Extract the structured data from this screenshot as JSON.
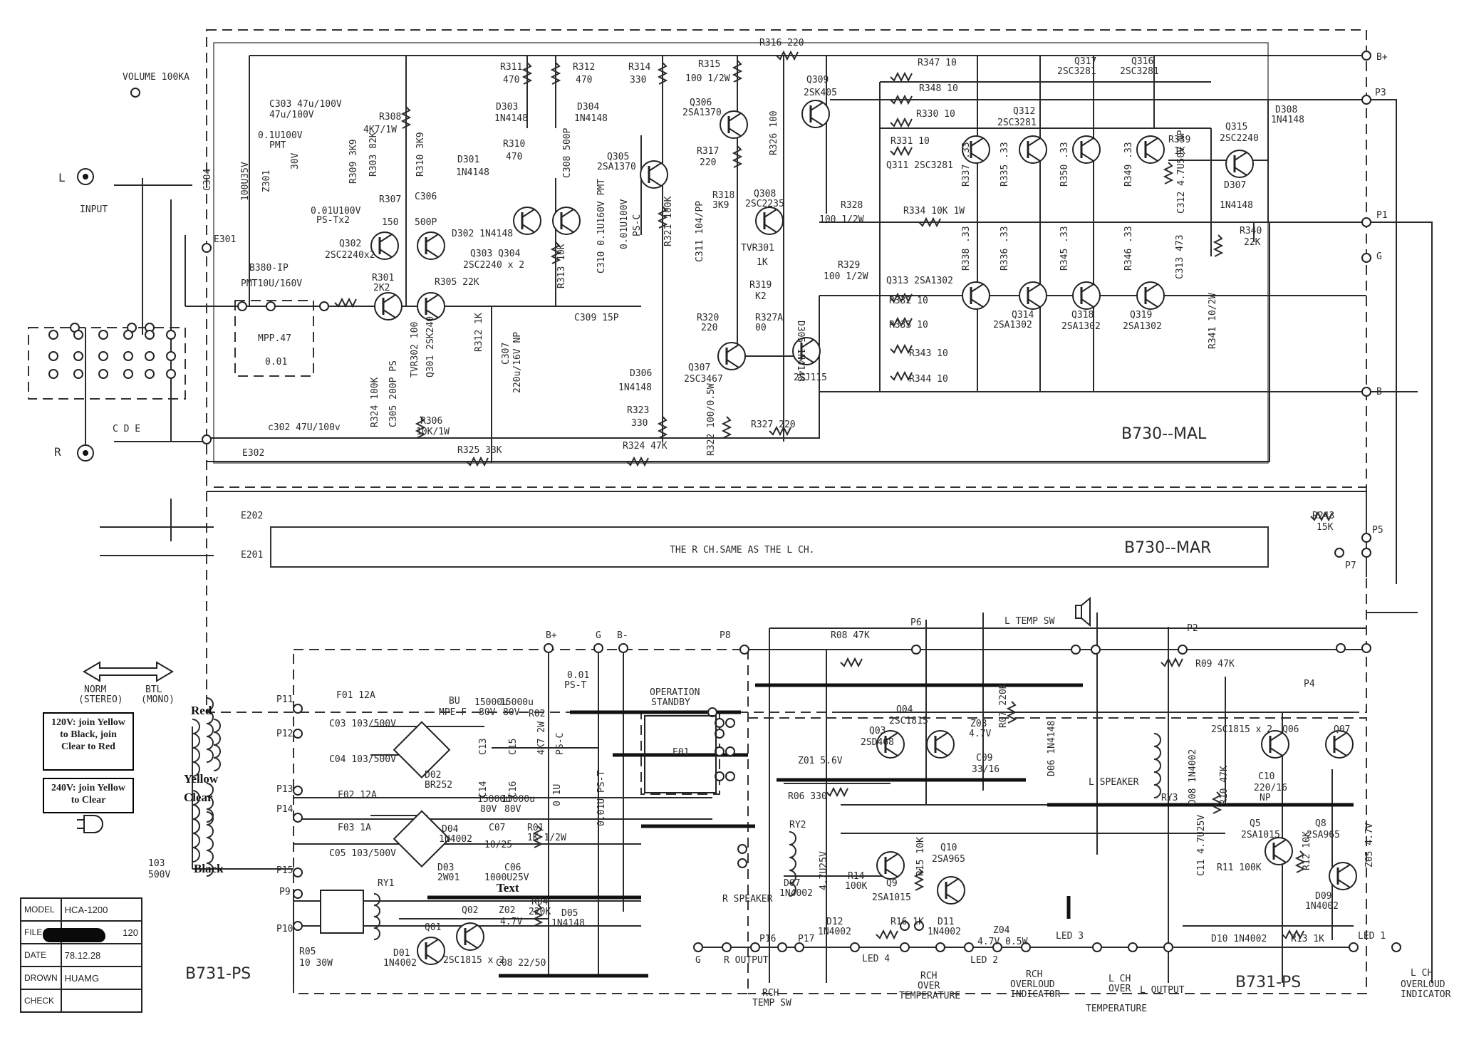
{
  "top_labels": {
    "volume": "VOLUME 100KA",
    "input": "INPUT",
    "input_L": "L",
    "input_R": "R",
    "e301": "E301",
    "e302": "E302",
    "e201": "E201",
    "e202": "E202",
    "b380": "B380-IP",
    "c304": "C304",
    "c303": "C303\n47u/100V",
    "c_01u100v": "0.1U100V",
    "pmt": "PMT",
    "c_100u35v": "100U35V",
    "z30v": "30V",
    "z301": "Z301",
    "c_001u100v": "0.01U100V",
    "ps_tx2": "PS-Tx2",
    "pmt10u": "PMT10U/160V",
    "mpp47": "MPP.47",
    "c_001": "0.01",
    "r308": "R308",
    "r308v": "4K7/1W",
    "r309": "R309 3K9",
    "r303": "R303\n82K",
    "r310": "R310\n3K9",
    "d301": "D301\n1N4148",
    "r307": "R307\n150",
    "c306": "C306\n500P",
    "q302": "Q302\n2SC2240x2",
    "d302": "D302  1N4148",
    "q303q304": "Q303  Q304\n2SC2240 x 2",
    "r301": "R301\n2K2",
    "r305": "R305 22K",
    "tvr302": "TVR302 100",
    "q301": "Q301 2SK240",
    "r324": "R324 100K",
    "c305": "C305 200P PS",
    "r306": "R306\n10K/1W",
    "c302": "c302 47U/100v",
    "r325": "R325 33K",
    "r311": "R311\n470",
    "r312": "R312\n470",
    "r314": "R314\n330",
    "d303": "D303\n1N4148",
    "d304": "D304\n1N4148",
    "r310b": "R310\n470",
    "c308": "C308 500P",
    "q305": "Q305\n2SA1370",
    "r313": "R313 10K",
    "r312b": "R312 1K",
    "c307": "C307\n220u/16V NP",
    "c310": "C310 0.1U160V PMT",
    "ps_c": "0.01U100V\nPS-C",
    "r321": "R321 100K",
    "c311": "C311 104/PP",
    "c309": "C309 15P",
    "r315": "R315\n100 1/2W",
    "q306": "Q306\n2SA1370",
    "r317": "R317\n220",
    "r318": "R318\n3K9",
    "q308": "Q308\n2SC2235",
    "tvr301": "TVR301\n1K",
    "r319": "R319\nK2",
    "r327a": "R327A\n00",
    "r326": "R326 100",
    "d305": "D305 1N4148",
    "r320": "R320\n220",
    "q307": "Q307\n2SC3467",
    "d306": "D306\n1N4148",
    "r323": "R323\n330",
    "r322": "R322\n100/0.5W",
    "r327": "R327 220",
    "r324b": "R324 47K",
    "r316": "R316 220",
    "q309": "Q309\n2SK405",
    "q310": "2SJ115",
    "r328": "R328\n100 1/2W",
    "r329": "R329\n100 1/2W",
    "r334": "R334 10K  1W",
    "r347": "R347  10",
    "r348": "R348  10",
    "r330": "R330  10",
    "r331": "R331  10",
    "q311": "Q311  2SC3281",
    "q317": "Q317\n2SC3281",
    "q316": "Q316\n2SC3281",
    "q312": "Q312\n2SC3281",
    "r337": "R337\n.33",
    "r335": "R335\n.33",
    "r350": "R350\n.33",
    "r349": "R349\n.33",
    "r339": "R339\n1K",
    "q315": "Q315\n2SC2240",
    "d308": "D308\n1N4148",
    "c312": "C312\n4.7U50V NP",
    "d307": "D307\n1N4148",
    "r340": "R340\n22K",
    "c313": "C313 473",
    "r341": "R341 10/2W",
    "q313": "Q313  2SA1302",
    "r332": "R332  10",
    "r333": "R333  10",
    "r343": "R343  10",
    "r344": "R344  10",
    "r338": "R338\n.33",
    "r336": "R336\n.33",
    "r345": "R345\n.33",
    "r346": "R346\n.33",
    "q314": "Q314\n2SA1302",
    "q318": "Q318\n2SA1302",
    "q319": "Q319\n2SA1302",
    "bplus": "B+",
    "p3": "P3",
    "p1": "P1",
    "g": "G",
    "bminus": "B-",
    "b730mal": "B730--MAL",
    "b730mar": "B730--MAR",
    "same_as": "THE R CH.SAME AS THE L CH.",
    "r243": "R243\n15K",
    "p5": "P5",
    "p7": "P7",
    "c_d_e": "C     D      E"
  },
  "ps_labels": {
    "norm": "NORM\n(STEREO)",
    "btl": "BTL\n(MONO)",
    "p11": "P11",
    "p12": "P12",
    "p13": "P13",
    "p14": "P14",
    "p15": "P15",
    "p9": "P9",
    "p10": "P10",
    "f01": "F01 12A",
    "c03": "C03  103/500V",
    "c04": "C04  103/500V",
    "f02": "F02  12A",
    "f03": "F03  1A",
    "c05": "C05  103/500V",
    "d02": "D02\nBR252",
    "bu_mpef": "BU\nMPE-F",
    "c13": "C13",
    "c14": "C14",
    "c15": "C15",
    "c16": "C16",
    "cap15000a": "15000u\n80V",
    "cap15000b": "15000u\n80V",
    "r02": "R02\n4K7 2W",
    "ps_c2": "PS-C",
    "c_01u": "0.1U",
    "bplus2": "B+",
    "g2": "G",
    "bminus2": "B-",
    "c_001_pst": "0.01\nPS-T",
    "c_001u_pst": "0.01U  PS-T",
    "d04": "D04\n1N4002",
    "c07": "C07\n10/25",
    "r01": "R01\n1K 1/2W",
    "d03": "D03\n2W01",
    "c06": "C06\n1000U25V",
    "ry1": "RY1",
    "q01": "Q01",
    "d01": "D01\n1N4002",
    "q02": "Q02",
    "q01q02": "2SC1815 x 2",
    "z02": "Z02\n4.7V",
    "r04": "R04\n220K",
    "d05": "D05\n1N4148",
    "c08": "C08  22/50",
    "r05": "R05\n10  30W",
    "cap103": "103\n500V",
    "b731ps_left": "B731-PS",
    "b731ps_right": "B731-PS",
    "p8": "P8",
    "op_standby": "OPERATION\nSTANDBY",
    "e01": "E01",
    "r08": "R08 47K",
    "p6": "P6",
    "l_temp_sw": "L TEMP SW",
    "p2": "P2",
    "r09": "R09  47K",
    "p4": "P4",
    "q04": "Q04\n2SC1815",
    "q03": "Q03\n2SD468",
    "z03": "Z03\n4.7V",
    "r07": "R07 220K",
    "z01": "Z01  5.6V",
    "c09": "C09\n33/16",
    "d06": "D06 1N4148",
    "r06": "R06 330",
    "l_speaker": "L SPEAKER",
    "ry3": "RY3",
    "d08": "D08 1N4002",
    "r10": "R10 47K",
    "q06q07": "2SC1815 x 2",
    "q06": "Q06",
    "q07": "Q07",
    "c10": "C10\n220/16\nNP",
    "c11": "C11 4.7U25V",
    "q5": "Q5\n2SA1015",
    "q8": "Q8\n2SA965",
    "r12": "R12 10K",
    "r11": "R11  100K",
    "d09": "D09\n1N4002",
    "z05": "Z05 4.7V",
    "ry2": "RY2",
    "d07": "D07\n1N4002",
    "c_47u25v": "4.7U25V",
    "r14": "R14\n100K",
    "q9": "Q9\n2SA1015",
    "r15": "R15 10K",
    "q10": "Q10\n2SA965",
    "r_speaker": "R SPEAKER",
    "d12": "D12\n1N4002",
    "r16": "R16  1K",
    "d11": "D11\n1N4002",
    "z04": "Z04\n4.7V  0.5W",
    "d10": "D10  1N4002",
    "r13": "R13   1K",
    "g3": "G",
    "r_output": "R OUTPUT",
    "p16": "P16",
    "p17": "P17",
    "led4": "LED 4",
    "led2": "LED 2",
    "led3": "LED 3",
    "led1": "LED 1",
    "rch_temp_sw": "RCH\nTEMP SW",
    "rch_over_temp": "RCH\nOVER\nTEMPERATURE",
    "rch_overload": "RCH\nOVERLOUD\nINDICATOR",
    "lch_over_temp": "L CH\nOVER\nTEMPERATURE",
    "l_output": "L OUTPUT",
    "lch_overload": "L CH\nOVERLOUD\nINDICATOR"
  },
  "annotations": {
    "note_120v": "120V: join Yellow to Black, join Clear to Red",
    "note_240v": "240V: join Yellow to Clear",
    "red": "Red",
    "yellow": "Yellow",
    "clear": "Clear",
    "black": "Black",
    "text": "Text"
  },
  "title_block": {
    "model_key": "MODEL",
    "model_val": "HCA-1200",
    "file_key": "FILE",
    "file_val": "120",
    "date_key": "DATE",
    "date_val": "78.12.28",
    "drown_key": "DROWN",
    "drown_val": "HUAMG",
    "check_key": "CHECK",
    "check_val": ""
  }
}
